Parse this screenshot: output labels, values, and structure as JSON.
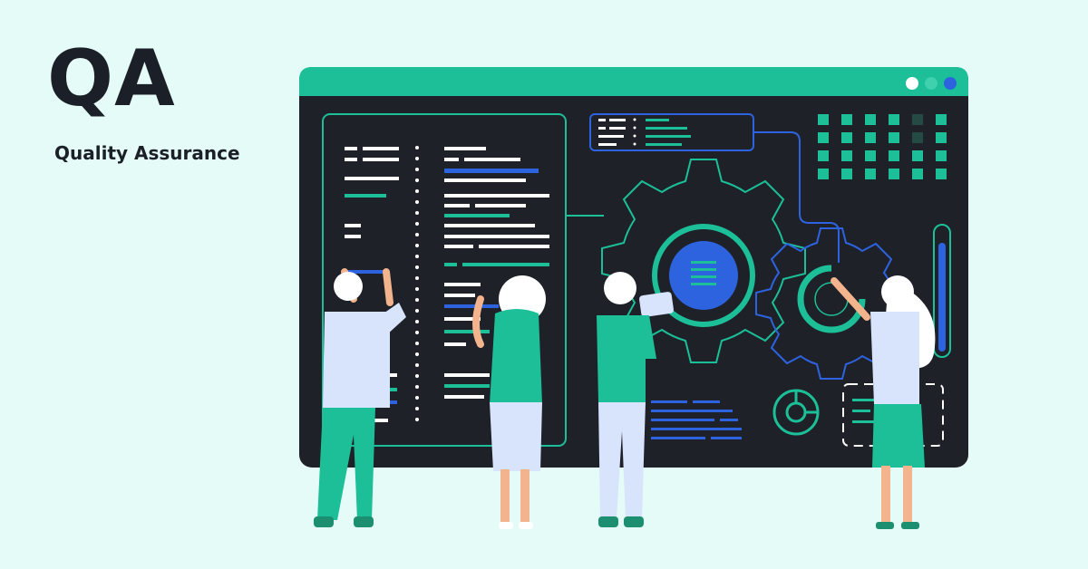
{
  "heading": {
    "title": "QA",
    "subtitle": "Quality Assurance"
  },
  "illustration": {
    "window_dots": [
      "white",
      "teal",
      "blue"
    ]
  },
  "colors": {
    "background": "#e4fbf8",
    "screen": "#1e2128",
    "accent_teal": "#1cbf97",
    "accent_blue": "#2e63e0",
    "text_dark": "#1b1f27"
  }
}
